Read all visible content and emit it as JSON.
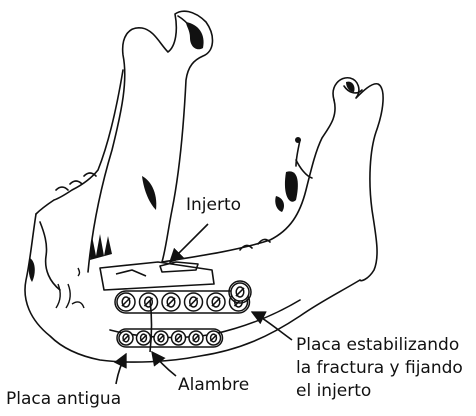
{
  "labels": {
    "graft": "Injerto",
    "stabilizing_plate_line1": "Placa estabilizando",
    "stabilizing_plate_line2": "la fractura y fijando",
    "stabilizing_plate_line3": "el injerto",
    "wire": "Alambre",
    "old_plate": "Placa antigua"
  },
  "icons": {
    "mandible": "mandible-outline-drawing",
    "screw": "screw-head-icon"
  },
  "colors": {
    "ink": "#111111",
    "background": "#ffffff"
  }
}
